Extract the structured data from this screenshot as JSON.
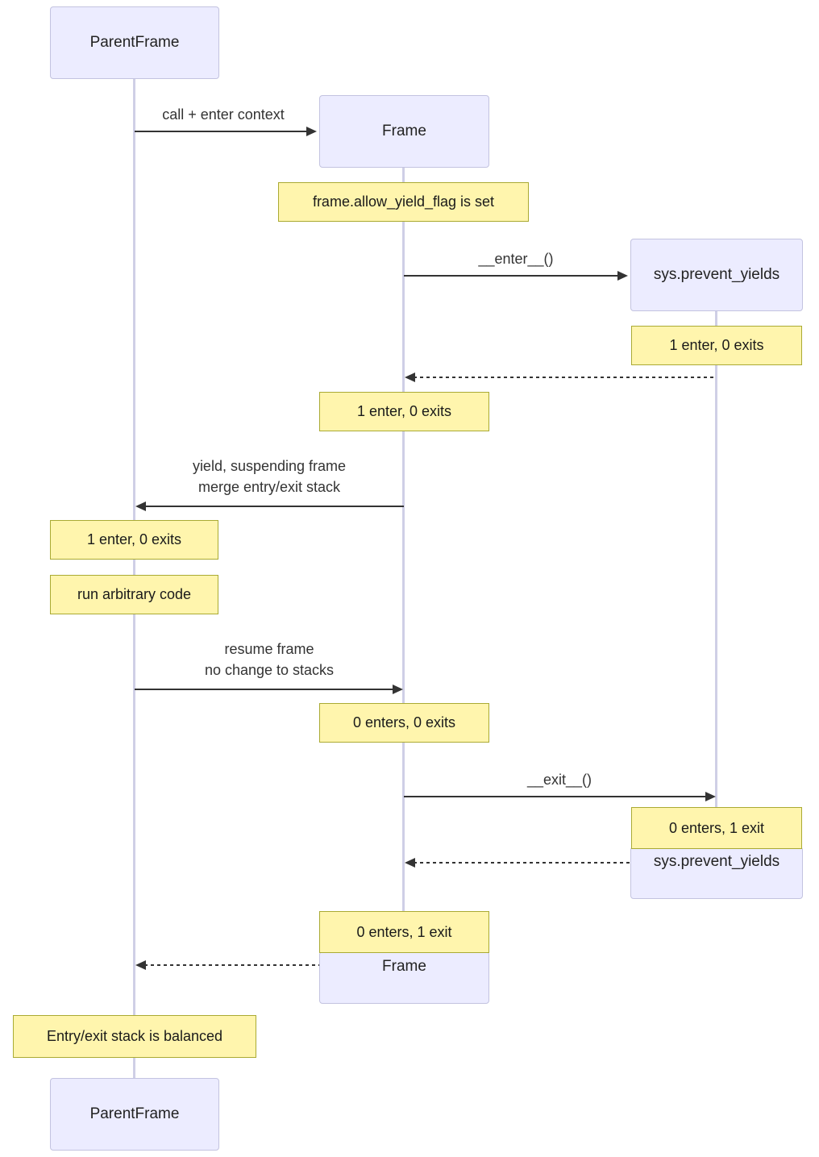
{
  "diagram_type": "sequence-diagram",
  "participants": [
    {
      "name": "ParentFrame"
    },
    {
      "name": "Frame"
    },
    {
      "name": "sys.prevent_yields"
    }
  ],
  "messages": [
    {
      "from": "ParentFrame",
      "to": "Frame",
      "style": "solid",
      "label": "call + enter context"
    },
    {
      "from": "Frame",
      "to": "sys.prevent_yields",
      "style": "solid",
      "label": "__enter__()"
    },
    {
      "from": "sys.prevent_yields",
      "to": "Frame",
      "style": "dashed",
      "label": ""
    },
    {
      "from": "Frame",
      "to": "ParentFrame",
      "style": "solid",
      "lines": [
        "yield, suspending frame",
        "merge entry/exit stack"
      ]
    },
    {
      "from": "ParentFrame",
      "to": "Frame",
      "style": "solid",
      "lines": [
        "resume frame",
        "no change to stacks"
      ]
    },
    {
      "from": "Frame",
      "to": "sys.prevent_yields",
      "style": "solid",
      "label": "__exit__()"
    },
    {
      "from": "sys.prevent_yields",
      "to": "Frame",
      "style": "dashed",
      "label": ""
    },
    {
      "from": "Frame",
      "to": "ParentFrame",
      "style": "dashed",
      "label": ""
    }
  ],
  "notes": [
    "frame.allow_yield_flag is set",
    "1 enter, 0 exits",
    "1 enter, 0 exits",
    "1 enter, 0 exits",
    "run arbitrary code",
    "0 enters, 0 exits",
    "0 enters, 1 exit",
    "0 enters, 1 exit",
    "Entry/exit stack is balanced"
  ],
  "colors": {
    "actor_fill": "#ECECFF",
    "actor_border": "#c3c3e0",
    "note_fill": "#fff5ad",
    "note_border": "#aaaa33",
    "message_line": "#333333",
    "lifeline": "#cfcfe6",
    "text": "#1a1a1a"
  }
}
